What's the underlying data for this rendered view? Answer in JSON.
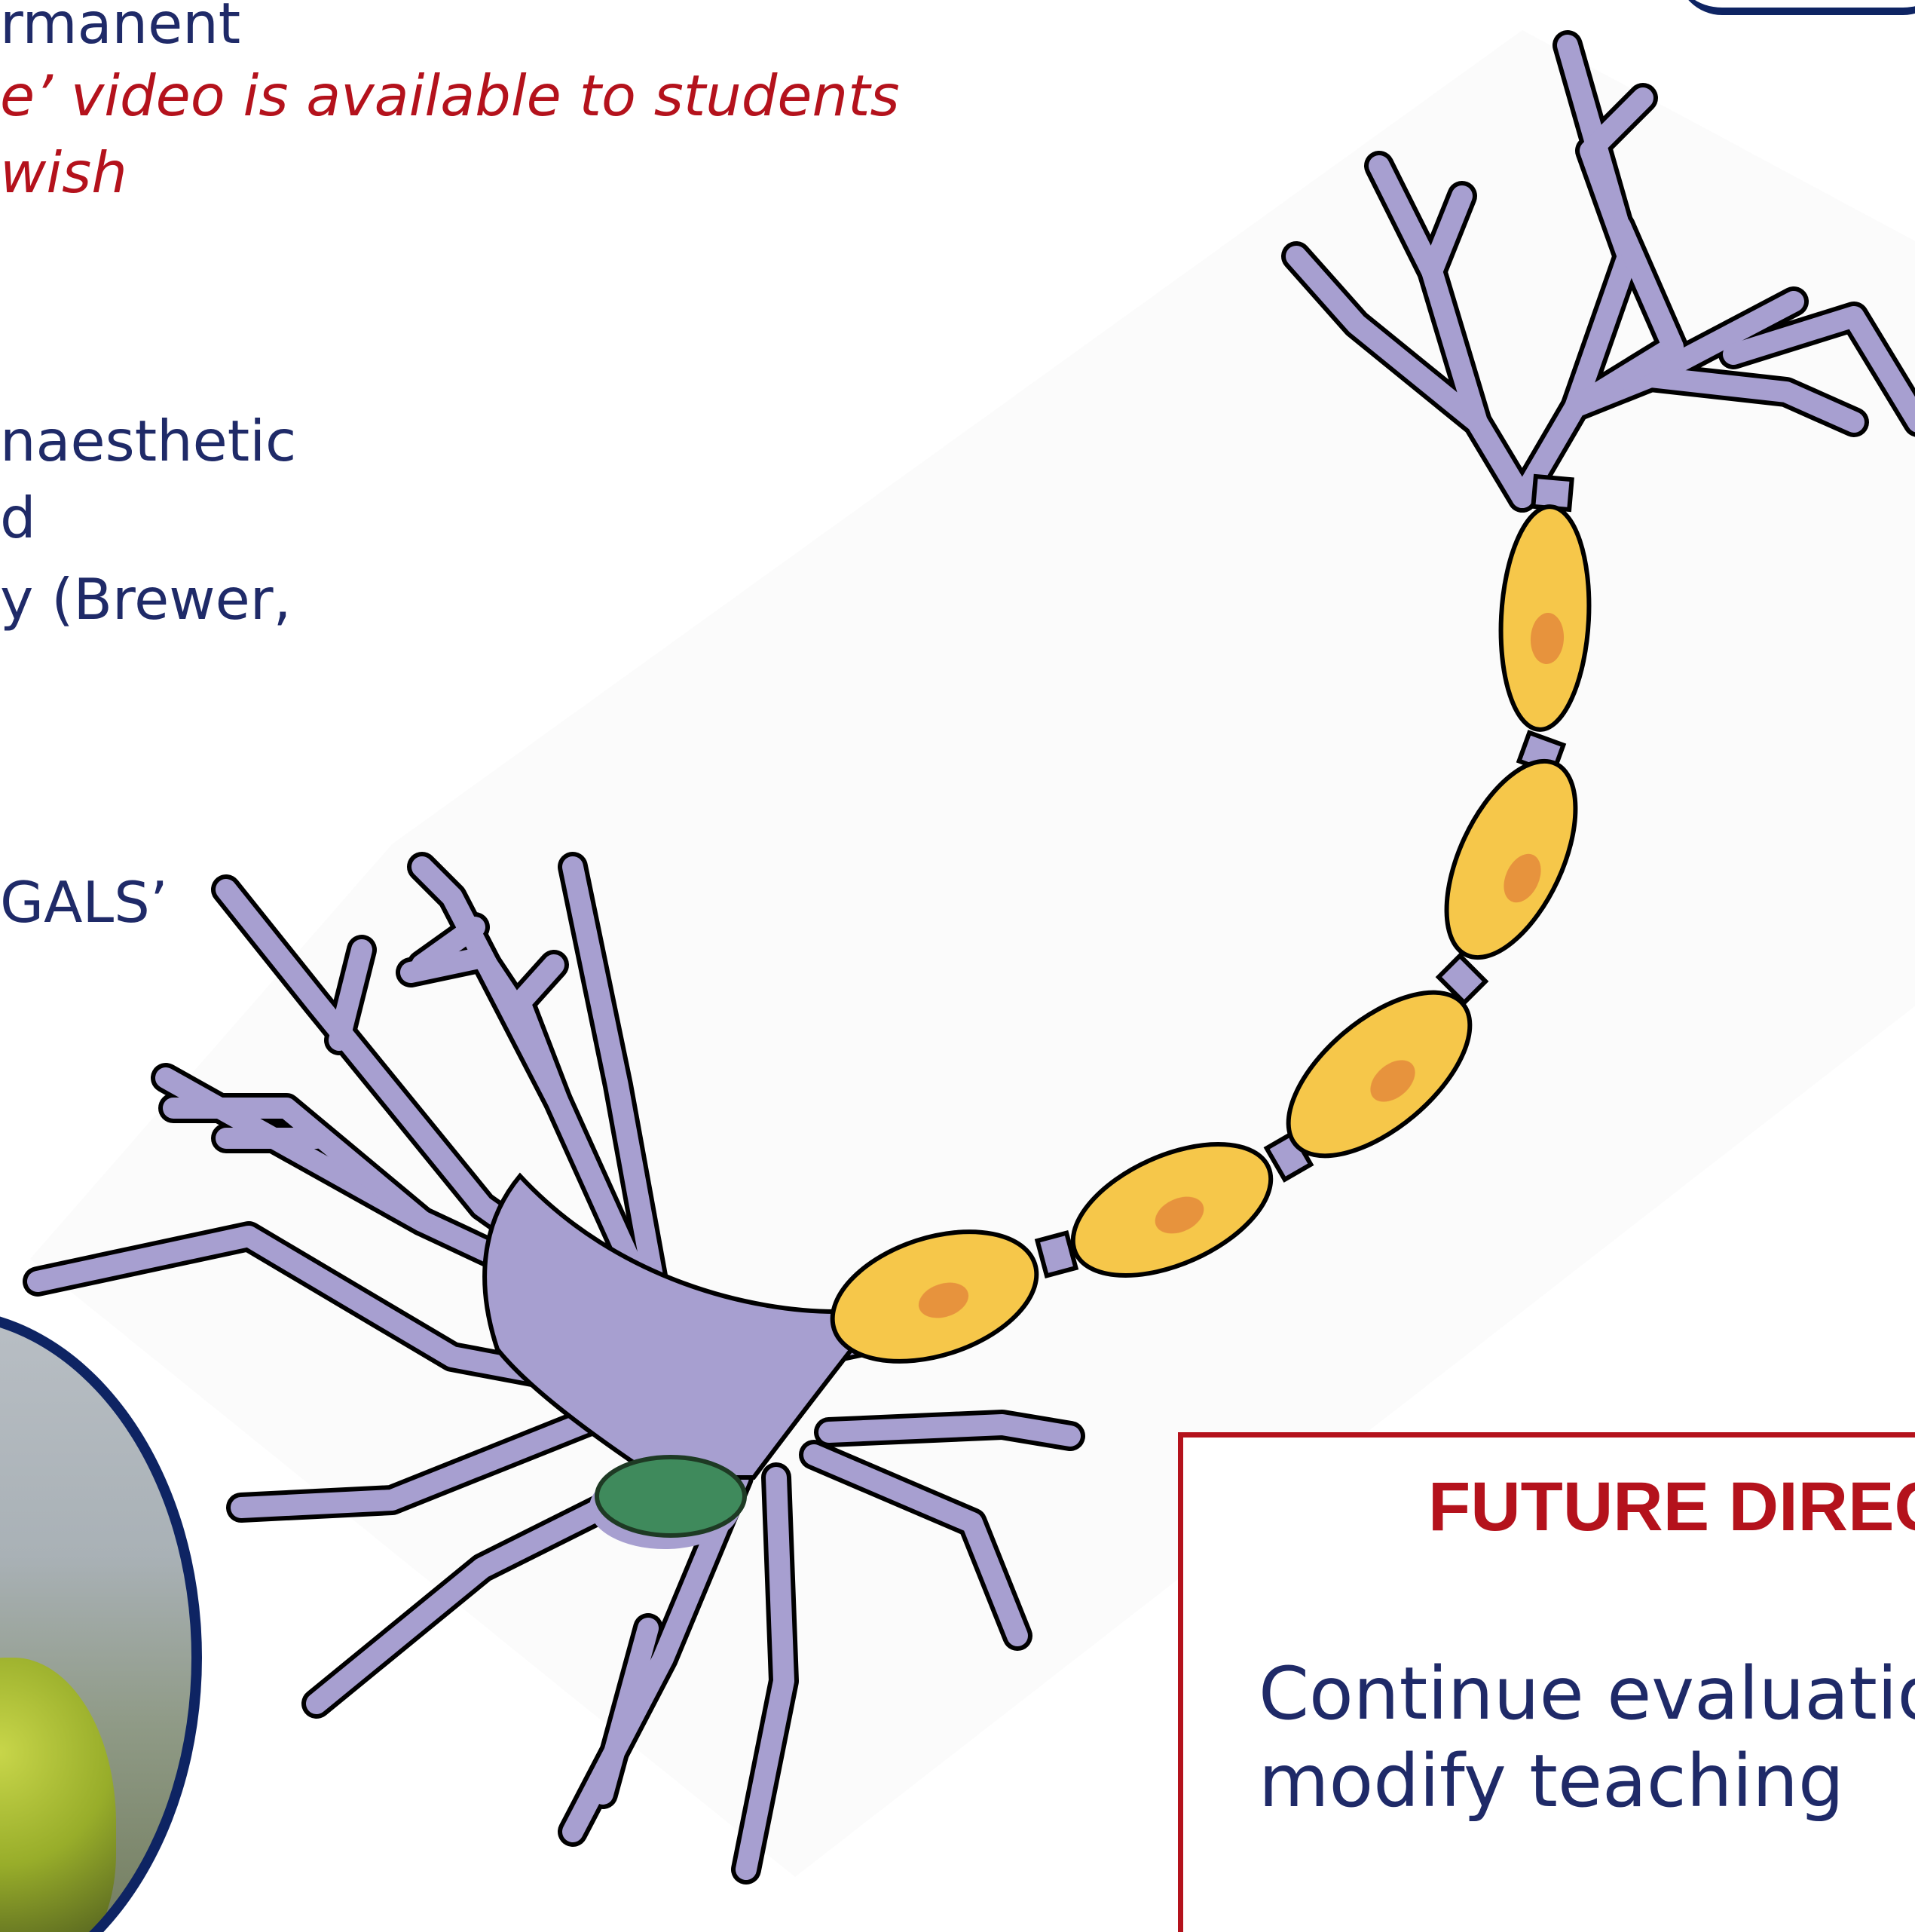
{
  "left_text": {
    "line1": "rmanent",
    "line2": "e’ video is available to students",
    "line3": "wish",
    "line4": "naesthetic",
    "line5": "d",
    "line6": "y  (Brewer,",
    "line7": "GALS’"
  },
  "future_box": {
    "title": "FUTURE DIREC",
    "body_line1": "Continue evaluatio",
    "body_line2": "modify teaching"
  },
  "colors": {
    "text_blue": "#1f2a68",
    "accent_red": "#b4121c",
    "neuron_purple": "#a79fd0",
    "myelin_yellow": "#f6c74a",
    "nucleus_orange": "#e48a3c",
    "cell_nucleus_green": "#3f8a5c",
    "frame_navy": "#0e2463"
  },
  "illustration": {
    "subject": "neuron-diagram",
    "photo_subject": "cropped-photo"
  }
}
